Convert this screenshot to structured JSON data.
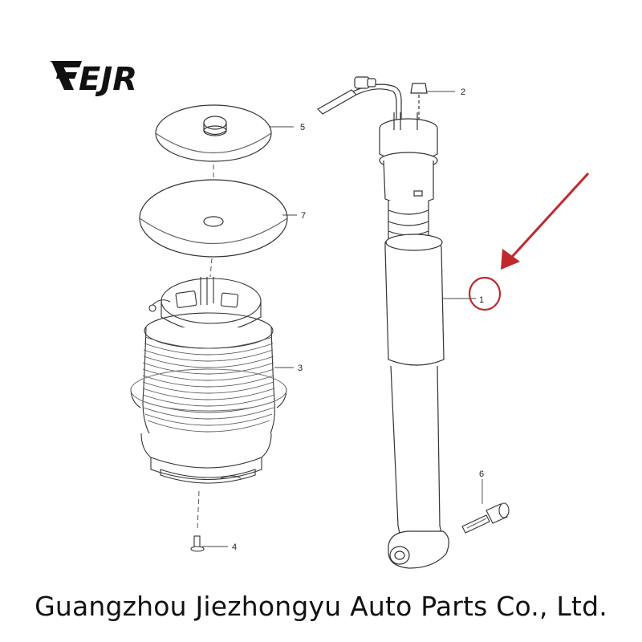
{
  "logo": {
    "text": "EJR"
  },
  "callouts": {
    "c1": "1",
    "c2": "2",
    "c3": "3",
    "c4": "4",
    "c5": "5",
    "c6": "6",
    "c7": "7"
  },
  "highlight": {
    "color": "#c0282d",
    "target": "1"
  },
  "footer": {
    "company": "Guangzhou Jiezhongyu Auto Parts Co., Ltd."
  }
}
